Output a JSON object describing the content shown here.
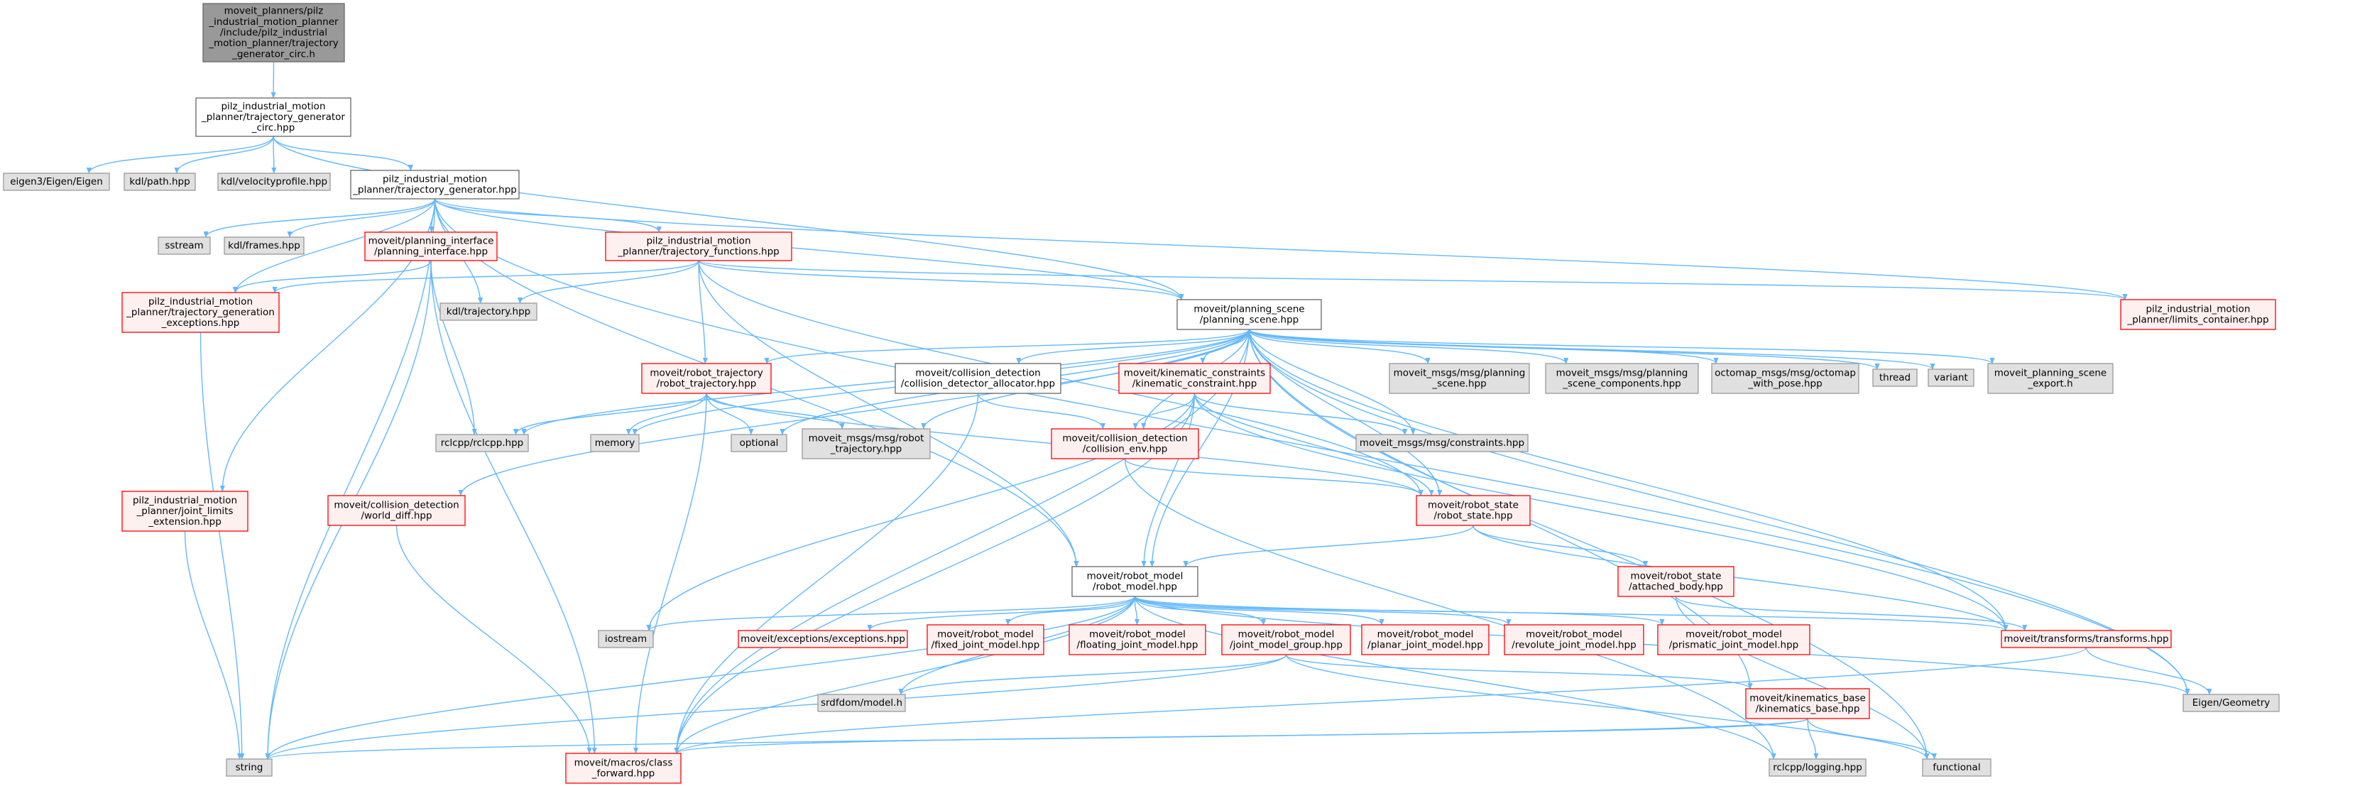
{
  "colors": {
    "edge": "#63b8ff",
    "root_fill": "#999999",
    "root_stroke": "#666666",
    "normal_fill": "#ffffff",
    "normal_stroke": "#666666",
    "external_fill": "#e0e0e0",
    "external_stroke": "#999999",
    "missing_fill": "#fff0f0",
    "missing_stroke": "#ff0000"
  },
  "nodes": [
    {
      "id": "root",
      "kind": "root",
      "lines": [
        "moveit_planners/pilz",
        "_industrial_motion_planner",
        "/include/pilz_industrial",
        "_motion_planner/trajectory",
        "_generator_circ.h"
      ]
    },
    {
      "id": "tgcirc",
      "kind": "normal",
      "lines": [
        "pilz_industrial_motion",
        "_planner/trajectory_generator",
        "_circ.hpp"
      ]
    },
    {
      "id": "eigen",
      "kind": "external",
      "lines": [
        "eigen3/Eigen/Eigen"
      ]
    },
    {
      "id": "kdlpath",
      "kind": "external",
      "lines": [
        "kdl/path.hpp"
      ]
    },
    {
      "id": "kdlvel",
      "kind": "external",
      "lines": [
        "kdl/velocityprofile.hpp"
      ]
    },
    {
      "id": "tg",
      "kind": "normal",
      "lines": [
        "pilz_industrial_motion",
        "_planner/trajectory_generator.hpp"
      ]
    },
    {
      "id": "sstream",
      "kind": "external",
      "lines": [
        "sstream"
      ]
    },
    {
      "id": "kdlframes",
      "kind": "external",
      "lines": [
        "kdl/frames.hpp"
      ]
    },
    {
      "id": "planif",
      "kind": "missing",
      "lines": [
        "moveit/planning_interface",
        "/planning_interface.hpp"
      ]
    },
    {
      "id": "tfunc",
      "kind": "missing",
      "lines": [
        "pilz_industrial_motion",
        "_planner/trajectory_functions.hpp"
      ]
    },
    {
      "id": "tgexc",
      "kind": "missing",
      "lines": [
        "pilz_industrial_motion",
        "_planner/trajectory_generation",
        "_exceptions.hpp"
      ]
    },
    {
      "id": "kdltraj",
      "kind": "external",
      "lines": [
        "kdl/trajectory.hpp"
      ]
    },
    {
      "id": "pscene",
      "kind": "normal",
      "lines": [
        "moveit/planning_scene",
        "/planning_scene.hpp"
      ]
    },
    {
      "id": "limits",
      "kind": "missing",
      "lines": [
        "pilz_industrial_motion",
        "_planner/limits_container.hpp"
      ]
    },
    {
      "id": "rtraj",
      "kind": "missing",
      "lines": [
        "moveit/robot_trajectory",
        "/robot_trajectory.hpp"
      ]
    },
    {
      "id": "cdalloc",
      "kind": "normal",
      "lines": [
        "moveit/collision_detection",
        "/collision_detector_allocator.hpp"
      ]
    },
    {
      "id": "kinc",
      "kind": "missing",
      "lines": [
        "moveit/kinematic_constraints",
        "/kinematic_constraint.hpp"
      ]
    },
    {
      "id": "msgps",
      "kind": "external",
      "lines": [
        "moveit_msgs/msg/planning",
        "_scene.hpp"
      ]
    },
    {
      "id": "msgpsc",
      "kind": "external",
      "lines": [
        "moveit_msgs/msg/planning",
        "_scene_components.hpp"
      ]
    },
    {
      "id": "octo",
      "kind": "external",
      "lines": [
        "octomap_msgs/msg/octomap",
        "_with_pose.hpp"
      ]
    },
    {
      "id": "thread",
      "kind": "external",
      "lines": [
        "thread"
      ]
    },
    {
      "id": "variant",
      "kind": "external",
      "lines": [
        "variant"
      ]
    },
    {
      "id": "psexport",
      "kind": "external",
      "lines": [
        "moveit_planning_scene",
        "_export.h"
      ]
    },
    {
      "id": "rclcpp",
      "kind": "external",
      "lines": [
        "rclcpp/rclcpp.hpp"
      ]
    },
    {
      "id": "memory",
      "kind": "external",
      "lines": [
        "memory"
      ]
    },
    {
      "id": "optional",
      "kind": "external",
      "lines": [
        "optional"
      ]
    },
    {
      "id": "msgrt",
      "kind": "external",
      "lines": [
        "moveit_msgs/msg/robot",
        "_trajectory.hpp"
      ]
    },
    {
      "id": "cenv",
      "kind": "missing",
      "lines": [
        "moveit/collision_detection",
        "/collision_env.hpp"
      ]
    },
    {
      "id": "msgcons",
      "kind": "external",
      "lines": [
        "moveit_msgs/msg/constraints.hpp"
      ]
    },
    {
      "id": "jlext",
      "kind": "missing",
      "lines": [
        "pilz_industrial_motion",
        "_planner/joint_limits",
        "_extension.hpp"
      ]
    },
    {
      "id": "wdiff",
      "kind": "missing",
      "lines": [
        "moveit/collision_detection",
        "/world_diff.hpp"
      ]
    },
    {
      "id": "rstate",
      "kind": "missing",
      "lines": [
        "moveit/robot_state",
        "/robot_state.hpp"
      ]
    },
    {
      "id": "rmodel",
      "kind": "normal",
      "lines": [
        "moveit/robot_model",
        "/robot_model.hpp"
      ]
    },
    {
      "id": "attbody",
      "kind": "missing",
      "lines": [
        "moveit/robot_state",
        "/attached_body.hpp"
      ]
    },
    {
      "id": "iostream",
      "kind": "external",
      "lines": [
        "iostream"
      ]
    },
    {
      "id": "exceptions",
      "kind": "missing",
      "lines": [
        "moveit/exceptions/exceptions.hpp"
      ]
    },
    {
      "id": "fixedj",
      "kind": "missing",
      "lines": [
        "moveit/robot_model",
        "/fixed_joint_model.hpp"
      ]
    },
    {
      "id": "floatj",
      "kind": "missing",
      "lines": [
        "moveit/robot_model",
        "/floating_joint_model.hpp"
      ]
    },
    {
      "id": "jmg",
      "kind": "missing",
      "lines": [
        "moveit/robot_model",
        "/joint_model_group.hpp"
      ]
    },
    {
      "id": "planarj",
      "kind": "missing",
      "lines": [
        "moveit/robot_model",
        "/planar_joint_model.hpp"
      ]
    },
    {
      "id": "revj",
      "kind": "missing",
      "lines": [
        "moveit/robot_model",
        "/revolute_joint_model.hpp"
      ]
    },
    {
      "id": "prisj",
      "kind": "missing",
      "lines": [
        "moveit/robot_model",
        "/prismatic_joint_model.hpp"
      ]
    },
    {
      "id": "transforms",
      "kind": "missing",
      "lines": [
        "moveit/transforms/transforms.hpp"
      ]
    },
    {
      "id": "srdf",
      "kind": "external",
      "lines": [
        "srdfdom/model.h"
      ]
    },
    {
      "id": "kinbase",
      "kind": "missing",
      "lines": [
        "moveit/kinematics_base",
        "/kinematics_base.hpp"
      ]
    },
    {
      "id": "eigengeom",
      "kind": "external",
      "lines": [
        "Eigen/Geometry"
      ]
    },
    {
      "id": "string",
      "kind": "external",
      "lines": [
        "string"
      ]
    },
    {
      "id": "macros",
      "kind": "missing",
      "lines": [
        "moveit/macros/class",
        "_forward.hpp"
      ]
    },
    {
      "id": "rcllog",
      "kind": "external",
      "lines": [
        "rclcpp/logging.hpp"
      ]
    },
    {
      "id": "functional",
      "kind": "external",
      "lines": [
        "functional"
      ]
    }
  ]
}
